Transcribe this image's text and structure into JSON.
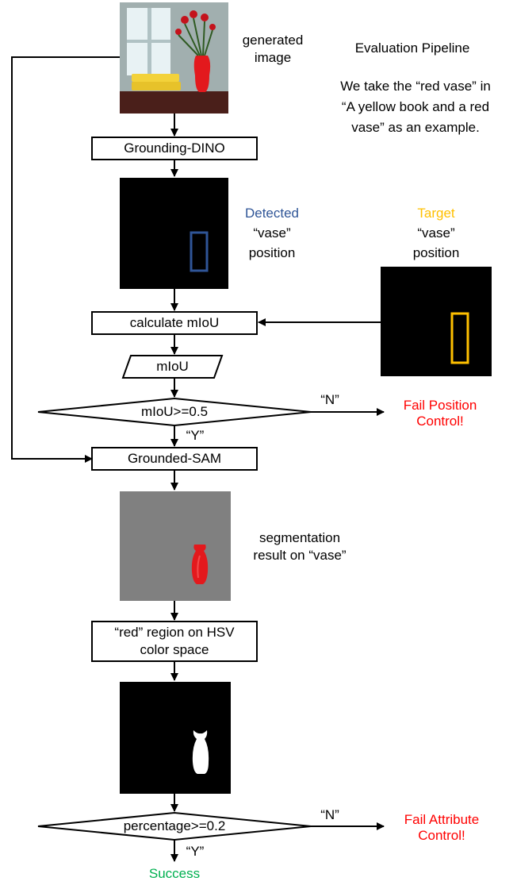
{
  "title": "Evaluation Pipeline",
  "description": [
    "We take the “red vase” in",
    "“A yellow book and a red",
    "vase” as an example."
  ],
  "labels": {
    "generated_image": [
      "generated",
      "image"
    ],
    "detected": "Detected",
    "detected_rest": [
      "“vase”",
      "position"
    ],
    "target": "Target",
    "target_rest": [
      "“vase”",
      "position"
    ],
    "segmentation": [
      "segmentation",
      "result on “vase”"
    ],
    "fail_position": [
      "Fail Position",
      "Control!"
    ],
    "fail_attribute": [
      "Fail Attribute",
      "Control!"
    ],
    "success": "Success",
    "yes": "“Y”",
    "no": "“N”"
  },
  "steps": {
    "grounding_dino": "Grounding-DINO",
    "calc_miou": "calculate mIoU",
    "miou": "mIoU",
    "decision_miou": "mIoU>=0.5",
    "grounded_sam": "Grounded-SAM",
    "red_region": [
      "“red” region on HSV",
      "color space"
    ],
    "decision_percentage": "percentage>=0.2"
  },
  "colors": {
    "fail": "#ff0000",
    "success": "#00b050",
    "detected": "#2f5597",
    "target": "#ffc000"
  }
}
